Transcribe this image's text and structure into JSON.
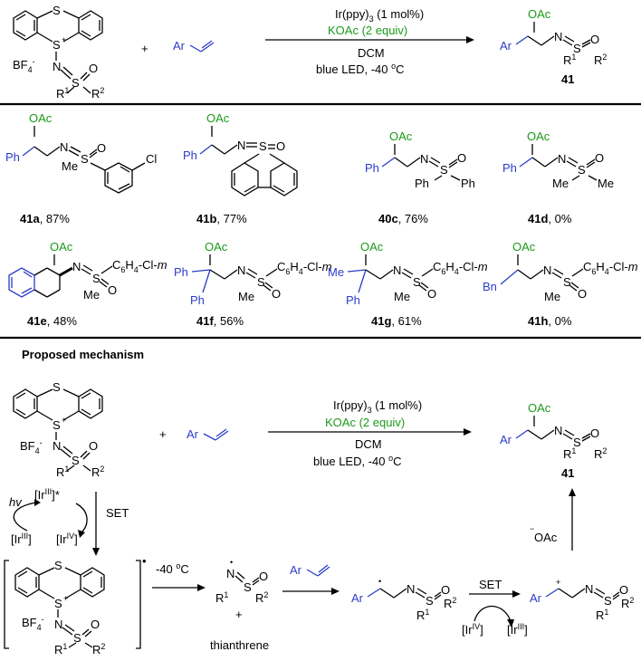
{
  "colors": {
    "aryl": "#2a3cc8",
    "acetate": "#1a9a1a",
    "text": "#000000"
  },
  "scheme": {
    "reagent_ring_top": "S",
    "reagent_ring_bottom": "S",
    "plus_charge": "+",
    "counterion": "BF",
    "counterion_sub": "4",
    "counterion_sup": "-",
    "imine_n": "N",
    "imine_s": "S",
    "oxo": "O",
    "r1": "R",
    "r1_sup": "1",
    "r2": "R",
    "r2_sup": "2",
    "plus": "+",
    "alkene_ar": "Ar",
    "cond_catalyst": "Ir(ppy)",
    "cond_catalyst_sub": "3",
    "cond_catalyst_load": " (1 mol%)",
    "cond_base": "KOAc (2 equiv)",
    "cond_solvent": "DCM",
    "cond_light": "blue LED, -40 ",
    "cond_degree": "o",
    "cond_unit": "C",
    "product_oac": "OAc",
    "product_ar": "Ar",
    "product_label": "41"
  },
  "examples": [
    {
      "code": "41a",
      "yield": ", 87%",
      "aryl": "Ph",
      "sub_left": "Me",
      "tail": "Cl"
    },
    {
      "code": "41b",
      "yield": ", 77%",
      "aryl": "Ph"
    },
    {
      "code": "40c",
      "yield": ", 76%",
      "aryl": "Ph",
      "sub_left": "Ph",
      "sub_right": "Ph"
    },
    {
      "code": "41d",
      "yield": ", 0%",
      "aryl": "Ph",
      "sub_left": "Me",
      "sub_right": "Me"
    },
    {
      "code": "41e",
      "yield": ", 48%",
      "sub_left": "Me"
    },
    {
      "code": "41f",
      "yield": ", 56%",
      "aryl": "Ph",
      "aryl2": "Ph",
      "sub_left": "Me"
    },
    {
      "code": "41g",
      "yield": ", 61%",
      "aryl": "Ph",
      "alkyl": "Me",
      "sub_left": "Me"
    },
    {
      "code": "41h",
      "yield": ", 0%",
      "alkyl": "Bn",
      "sub_left": "Me"
    }
  ],
  "aryl_tail": {
    "c": "C",
    "c_sub": "6",
    "h": "H",
    "h_sub": "4",
    "rest": "-Cl-",
    "pos": "m"
  },
  "mechanism": {
    "title": "Proposed mechanism",
    "hv": "hv",
    "ir3_star": "[Ir",
    "ir3_sup": "III",
    "star": "]*",
    "ir3": "[Ir",
    "ir4": "[Ir",
    "ir4_sup": "IV",
    "close": "]",
    "set": "SET",
    "temp": "-40 ",
    "radical_dot": "•",
    "thianthrene": "thianthrene",
    "acetate_minus": "−",
    "acetate": "OAc"
  }
}
